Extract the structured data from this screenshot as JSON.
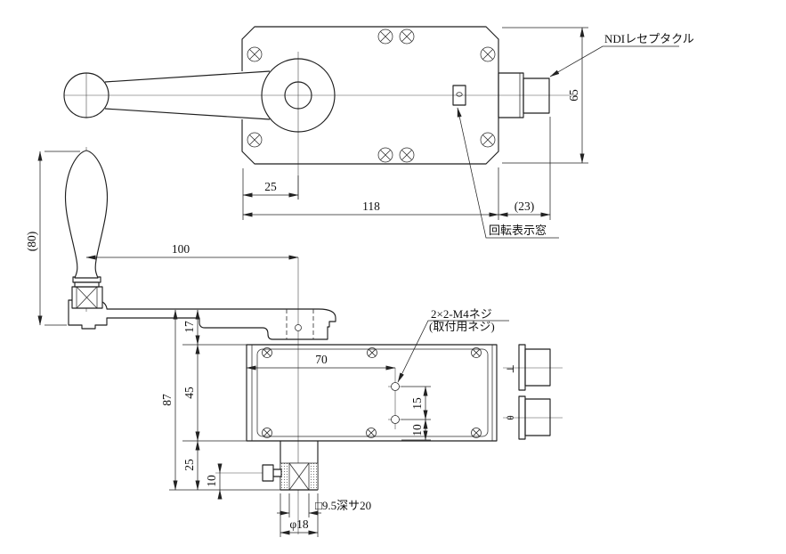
{
  "drawing": {
    "top_view": {
      "dim_pivot_offset": "25",
      "dim_body_length": "118",
      "dim_connector_length": "(23)",
      "dim_body_width": "65",
      "label_ndi_receptacle": "NDIレセプタクル",
      "label_rotation_window": "回転表示窓"
    },
    "front_view": {
      "dim_handle_length": "(80)",
      "dim_crank_length": "100",
      "dim_total_height": "87",
      "dim_arm_height": "17",
      "dim_body_height": "45",
      "dim_shaft_drop": "25",
      "dim_clamp_screw_offset": "10",
      "dim_hole_offset_x": "70",
      "dim_hole_pitch": "15",
      "dim_hole_bottom_offset": "10",
      "label_mount_screws_line1": "2×2-M4ネジ",
      "label_mount_screws_line2": "(取付用ネジ)",
      "label_square_hole": "□9.5深サ20",
      "label_shaft_diameter": "φ18",
      "label_axis_top": "⊥",
      "label_axis_theta": "θ"
    }
  }
}
